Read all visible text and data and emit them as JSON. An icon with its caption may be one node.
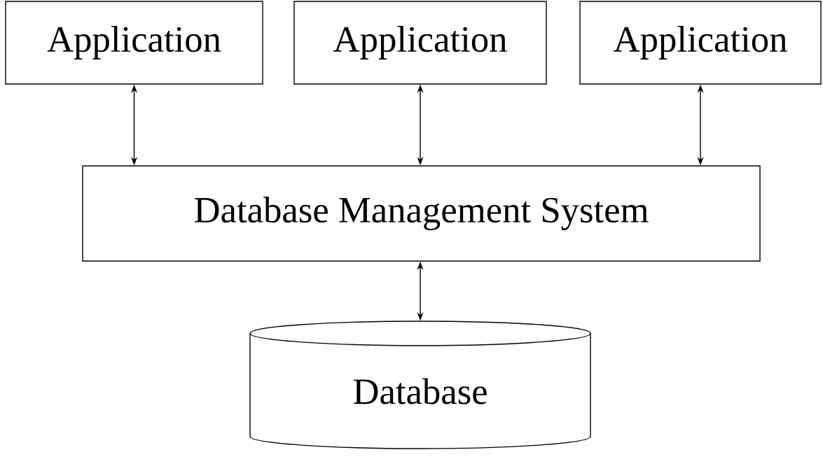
{
  "diagram": {
    "nodes": [
      {
        "text": [
          "Application"
        ]
      },
      {
        "text": [
          "Application"
        ]
      },
      {
        "text": [
          "Application"
        ]
      },
      {
        "text": [
          "Database Management System"
        ]
      },
      {
        "text": [
          "Database"
        ]
      }
    ],
    "edges": [
      {
        "from": 0,
        "to": 3,
        "arrow": "both"
      },
      {
        "from": 1,
        "to": 3,
        "arrow": "both"
      },
      {
        "from": 2,
        "to": 3,
        "arrow": "both"
      },
      {
        "from": 3,
        "to": 4,
        "arrow": "both"
      }
    ]
  }
}
